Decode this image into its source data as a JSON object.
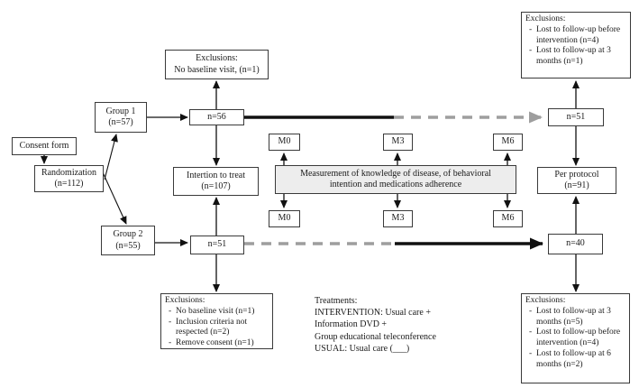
{
  "ui": {
    "bullet": "-"
  },
  "colors": {
    "box_border": "#3a3a3a",
    "text": "#1a1a1a",
    "measurement_fill": "#ededed",
    "solid_arrow": "#111111",
    "dashed_arrow": "#9e9e9e"
  },
  "nodes": {
    "consent": {
      "label": "Consent form"
    },
    "randomization": {
      "line1": "Randomization",
      "line2": "(n=112)"
    },
    "group1": {
      "line1": "Group 1",
      "line2": "(n=57)"
    },
    "group2": {
      "line1": "Group 2",
      "line2": "(n=55)"
    },
    "excl_baseline": {
      "title": "Exclusions:",
      "line": "No baseline visit, (n=1)"
    },
    "n56": {
      "label": "n=56"
    },
    "intention": {
      "line1": "Intertion to treat",
      "line2": "(n=107)"
    },
    "n51_left": {
      "label": "n=51"
    },
    "excl_group2": {
      "title": "Exclusions:",
      "items": [
        "No baseline visit (n=1)",
        "Inclusion criteria not respected (n=2)",
        "Remove consent (n=1)"
      ]
    },
    "excl_group1": {
      "title": "Exclusions:",
      "items": [
        "Lost to follow-up before intervention (n=4)",
        "Lost to follow-up at 3 months (n=1)"
      ]
    },
    "n51_right": {
      "label": "n=51"
    },
    "per_protocol": {
      "line1": "Per protocol",
      "line2": "(n=91)"
    },
    "n40": {
      "label": "n=40"
    },
    "excl_n40": {
      "title": "Exclusions:",
      "items": [
        "Lost to follow-up at 3 months (n=5)",
        "Lost to follow-up before intervention (n=4)",
        "Lost to follow-up at 6 months (n=2)"
      ]
    },
    "measurement": {
      "label": "Measurement of knowledge of disease, of behavioral intention and medications adherence"
    },
    "timepoints": [
      "M0",
      "M3",
      "M6"
    ]
  },
  "treatments": {
    "title": "Treatments:",
    "lines": [
      "INTERVENTION: Usual care +",
      "Information DVD +",
      "Group educational teleconference",
      "USUAL: Usual care (___)"
    ]
  }
}
